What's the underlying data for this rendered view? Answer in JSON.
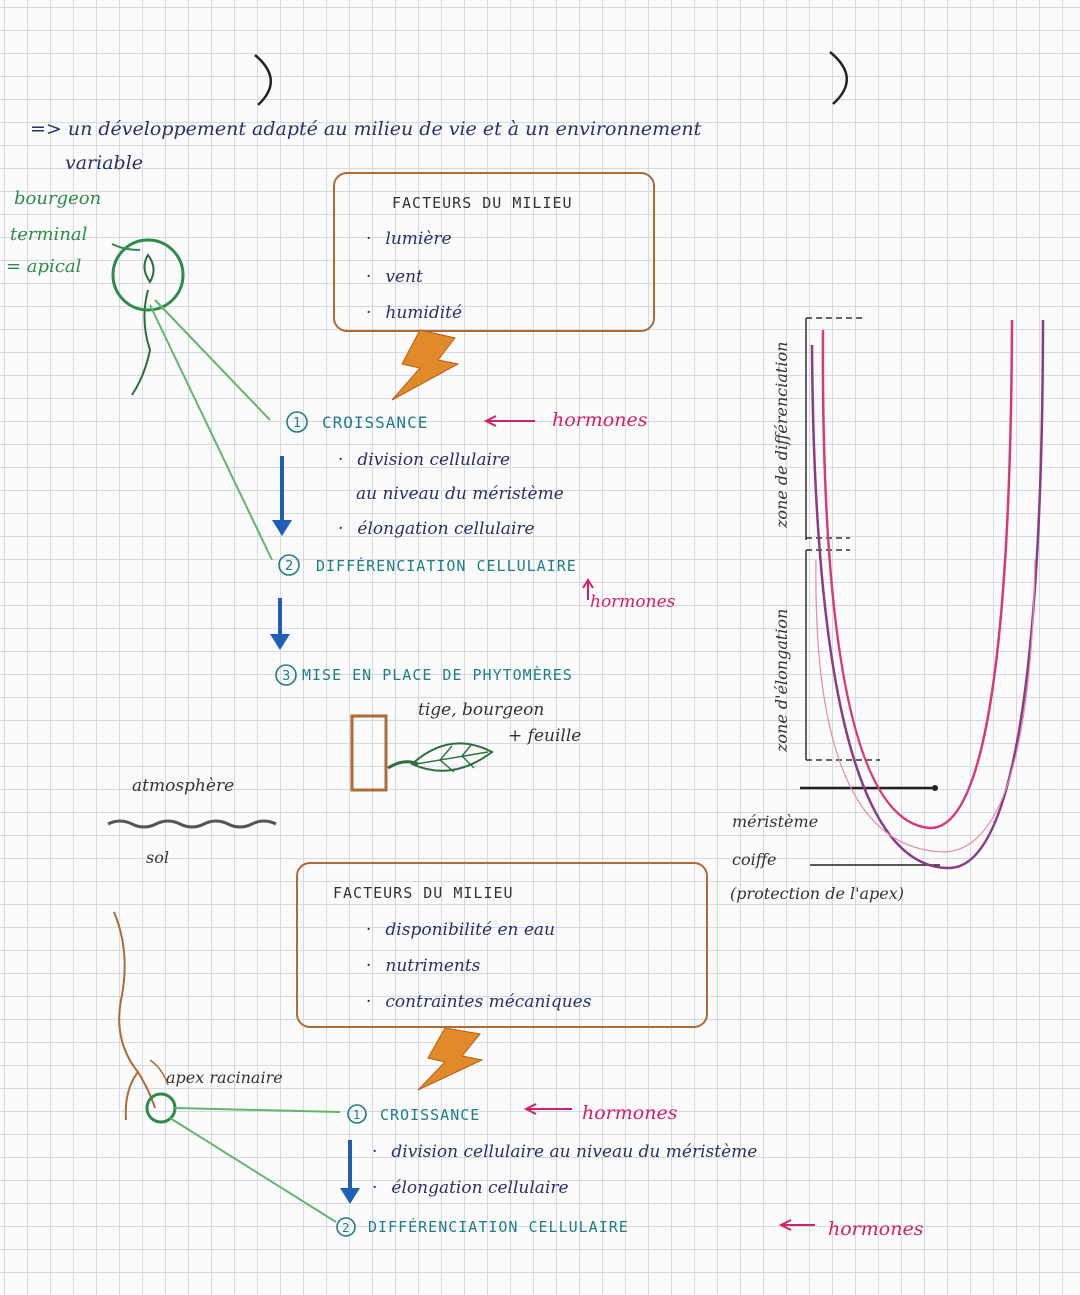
{
  "intro": {
    "line1": "=> un développement adapté au milieu de vie et à un environnement",
    "line2": "variable"
  },
  "shoot": {
    "label": [
      "bourgeon",
      "terminal",
      "= apical"
    ],
    "factors_title": "FACTEURS DU MILIEU",
    "factors": [
      "lumière",
      "vent",
      "humidité"
    ],
    "step1": {
      "num": "1",
      "title": "CROISSANCE",
      "hormones": "hormones"
    },
    "step1_items": [
      "division cellulaire",
      "au niveau du méristème",
      "élongation cellulaire"
    ],
    "step2": {
      "num": "2",
      "title": "DIFFÉRENCIATION CELLULAIRE",
      "hormones": "hormones"
    },
    "step3": {
      "num": "3",
      "title": "MISE EN PLACE DE PHYTOMÈRES"
    },
    "phytomer_parts": {
      "line1": "tige, bourgeon",
      "line2": "+ feuille"
    }
  },
  "ground": {
    "atmosphere": "atmosphère",
    "soil": "sol"
  },
  "root": {
    "factors_title": "FACTEURS DU MILIEU",
    "factors": [
      "disponibilité en eau",
      "nutriments",
      "contraintes mécaniques"
    ],
    "apex_label": "apex racinaire",
    "step1": {
      "num": "1",
      "title": "CROISSANCE",
      "hormones": "hormones"
    },
    "step1_items": [
      "division cellulaire au niveau du méristème",
      "élongation cellulaire"
    ],
    "step2": {
      "num": "2",
      "title": "DIFFÉRENCIATION CELLULAIRE",
      "hormones": "hormones"
    }
  },
  "root_tip": {
    "zone_differenciation": "zone de différenciation",
    "zone_elongation": "zone d'élongation",
    "meristeme": "méristème",
    "coiffe": "coiffe",
    "coiffe_note": "(protection de l'apex)"
  },
  "colors": {
    "navy": "#27306a",
    "green": "#2e8b4a",
    "teal": "#1e7d8a",
    "pink": "#d0216a",
    "purple": "#8a3a86",
    "brown": "#b06a35",
    "blue_arrow": "#1f5fb8",
    "orange": "#e08a2a"
  }
}
